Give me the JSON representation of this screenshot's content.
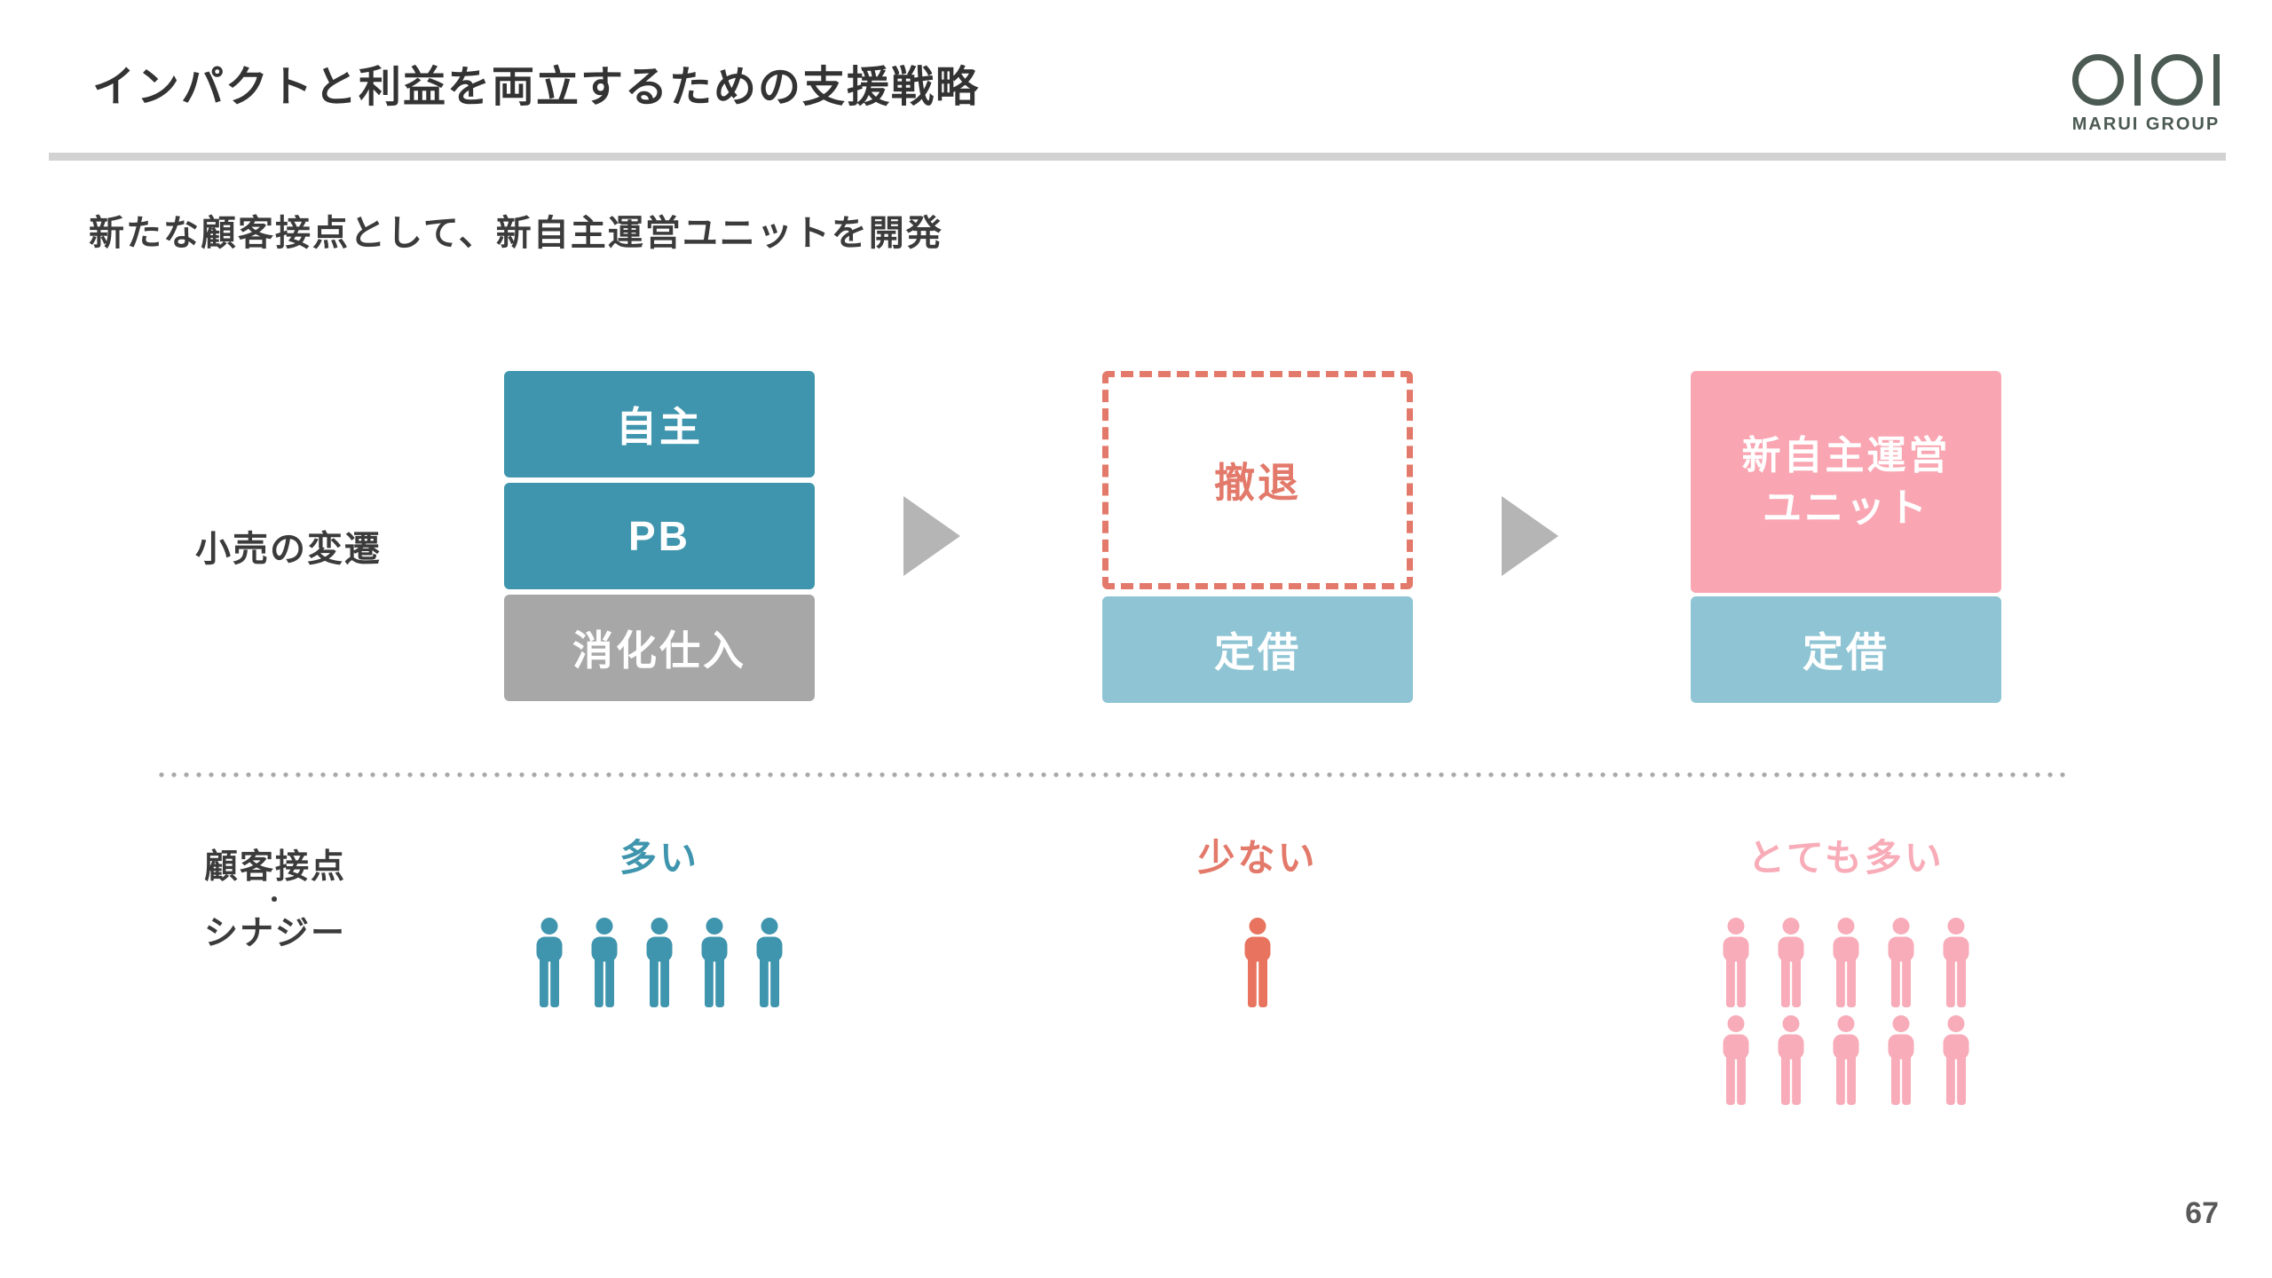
{
  "title": "インパクトと利益を両立するための支援戦略",
  "subtitle": "新たな顧客接点として、新自主運営ユニットを開発",
  "logo": {
    "name": "MARUI GROUP"
  },
  "page_number": "67",
  "colors": {
    "teal": "#3f95ad",
    "gray_box": "#a7a7a7",
    "light_blue": "#8ec4d3",
    "pink_box": "#f9a6b2",
    "salmon": "#e3796a",
    "pink_label": "#f8acb8",
    "arrow_gray": "#b5b5b5",
    "rule_gray": "#d2d2d2",
    "logo_green": "#4b5a52"
  },
  "retail_row": {
    "label": "小売の変遷",
    "col1": {
      "box1": "自主",
      "box2": "PB",
      "box3": "消化仕入"
    },
    "col2": {
      "box1": "撤退",
      "box2": "定借"
    },
    "col3": {
      "box1": "新自主運営\nユニット",
      "box2": "定借"
    }
  },
  "contact_row": {
    "label_line1": "顧客接点",
    "label_line2": "・",
    "label_line3": "シナジー",
    "col1": {
      "label": "多い",
      "count": 5
    },
    "col2": {
      "label": "少ない",
      "count": 1
    },
    "col3": {
      "label": "とても多い",
      "count": 10
    }
  }
}
